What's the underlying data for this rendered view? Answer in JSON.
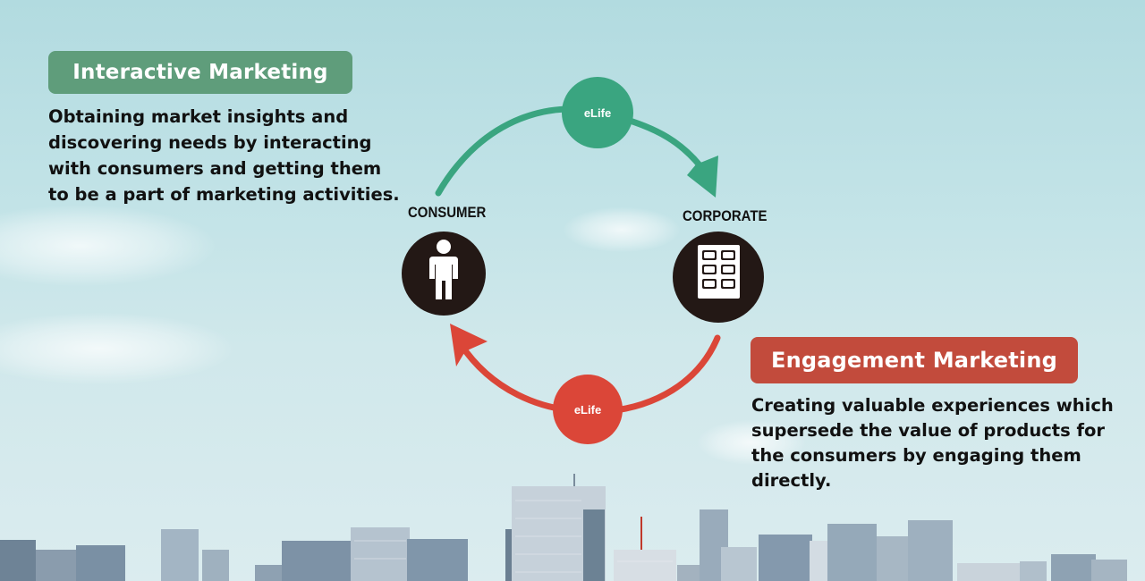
{
  "interactive": {
    "title": "Interactive Marketing",
    "lines": [
      "Obtaining market insights and",
      "discovering needs by interacting",
      "with consumers and getting them",
      "to be a part of marketing activities."
    ],
    "color": "#5f9d7b"
  },
  "engagement": {
    "title": "Engagement Marketing",
    "lines": [
      "Creating valuable experiences which",
      "supersede the value of products for",
      "the consumers by engaging them",
      "directly."
    ],
    "color": "#c24b3c"
  },
  "nodes": {
    "consumer": {
      "label": "CONSUMER",
      "icon": "person-icon"
    },
    "corporate": {
      "label": "CORPORATE",
      "icon": "building-icon"
    }
  },
  "cycle": {
    "top_hub_label": "eLife",
    "bottom_hub_label": "eLife",
    "top_arrow_color": "#3aa580",
    "bottom_arrow_color": "#db4638"
  }
}
